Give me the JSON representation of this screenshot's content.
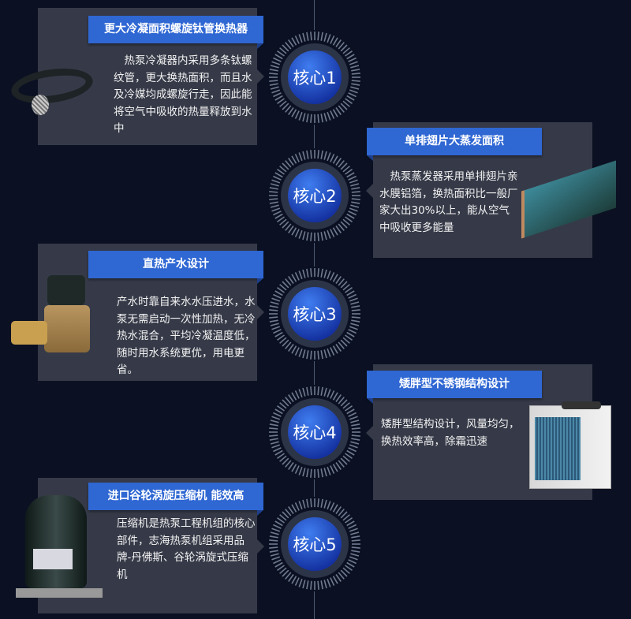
{
  "items": [
    {
      "title": "更大冷凝面积螺旋钛管换热器",
      "desc": "　热泵冷凝器内采用多条钛螺纹管，更大换热面积，而且水及冷媒均成螺旋行走，因此能将空气中吸收的热量释放到水中",
      "node": "核心1",
      "image": "titanium-coil"
    },
    {
      "title": "单排翅片大蒸发面积",
      "desc": "　热泵蒸发器采用单排翅片亲水膜铝箔，换热面积比一般厂家大出30%以上，能从空气中吸收更多能量",
      "node": "核心2",
      "image": "fin-evaporator"
    },
    {
      "title": "直热产水设计",
      "desc": "产水时靠自来水水压进水，水泵无需启动一次性加热，无冷热水混合，平均冷凝温度低，随时用水系统更优，用电更省。",
      "node": "核心3",
      "image": "water-valve"
    },
    {
      "title": "矮胖型不锈钢结构设计",
      "desc": "矮胖型结构设计，风量均匀，换热效率高，除霜迅速",
      "node": "核心4",
      "image": "heat-pump-unit"
    },
    {
      "title": "进口谷轮涡旋压缩机 能效高",
      "desc": "压缩机是热泵工程机组的核心部件，志海热泵机组采用品牌-丹佛斯、谷轮涡旋式压缩机",
      "node": "核心5",
      "image": "compressor"
    }
  ],
  "colors": {
    "accent": "#2f67d3",
    "card": "#363a48",
    "bg": "#0b1122"
  }
}
